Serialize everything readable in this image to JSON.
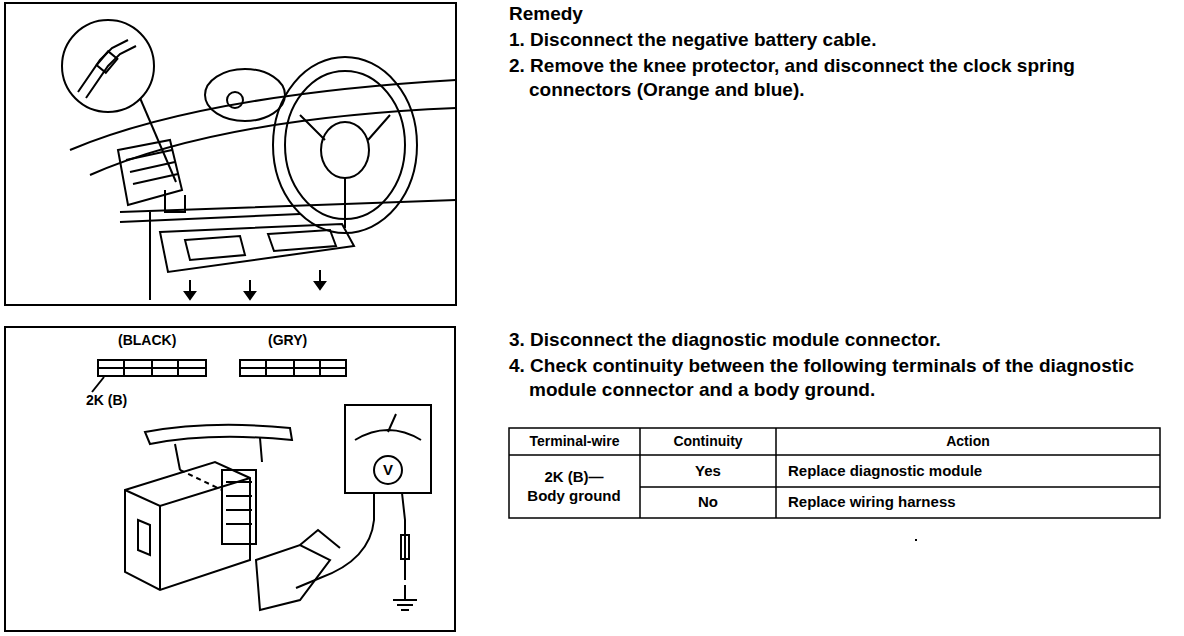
{
  "diagram": {
    "title": "Remedy",
    "nodes": [
      {
        "text": [
          "(BLACK)",
          "(GRY)",
          "2K (B)"
        ]
      }
    ],
    "labels": [
      "1. Disconnect the negative battery cable.",
      "2. Remove the knee protector, and disconnect the clock spring connectors (Orange and blue).",
      "3. Disconnect the diagnostic module connector.",
      "4. Check continuity between the following terminals of the diagnostic module connector and a body ground.",
      "Terminal-wire",
      "Continuity",
      "Action",
      "2K (B)— Body ground",
      "Yes",
      "Replace diagnostic module",
      "No",
      "Replace wiring harness",
      "V"
    ]
  }
}
